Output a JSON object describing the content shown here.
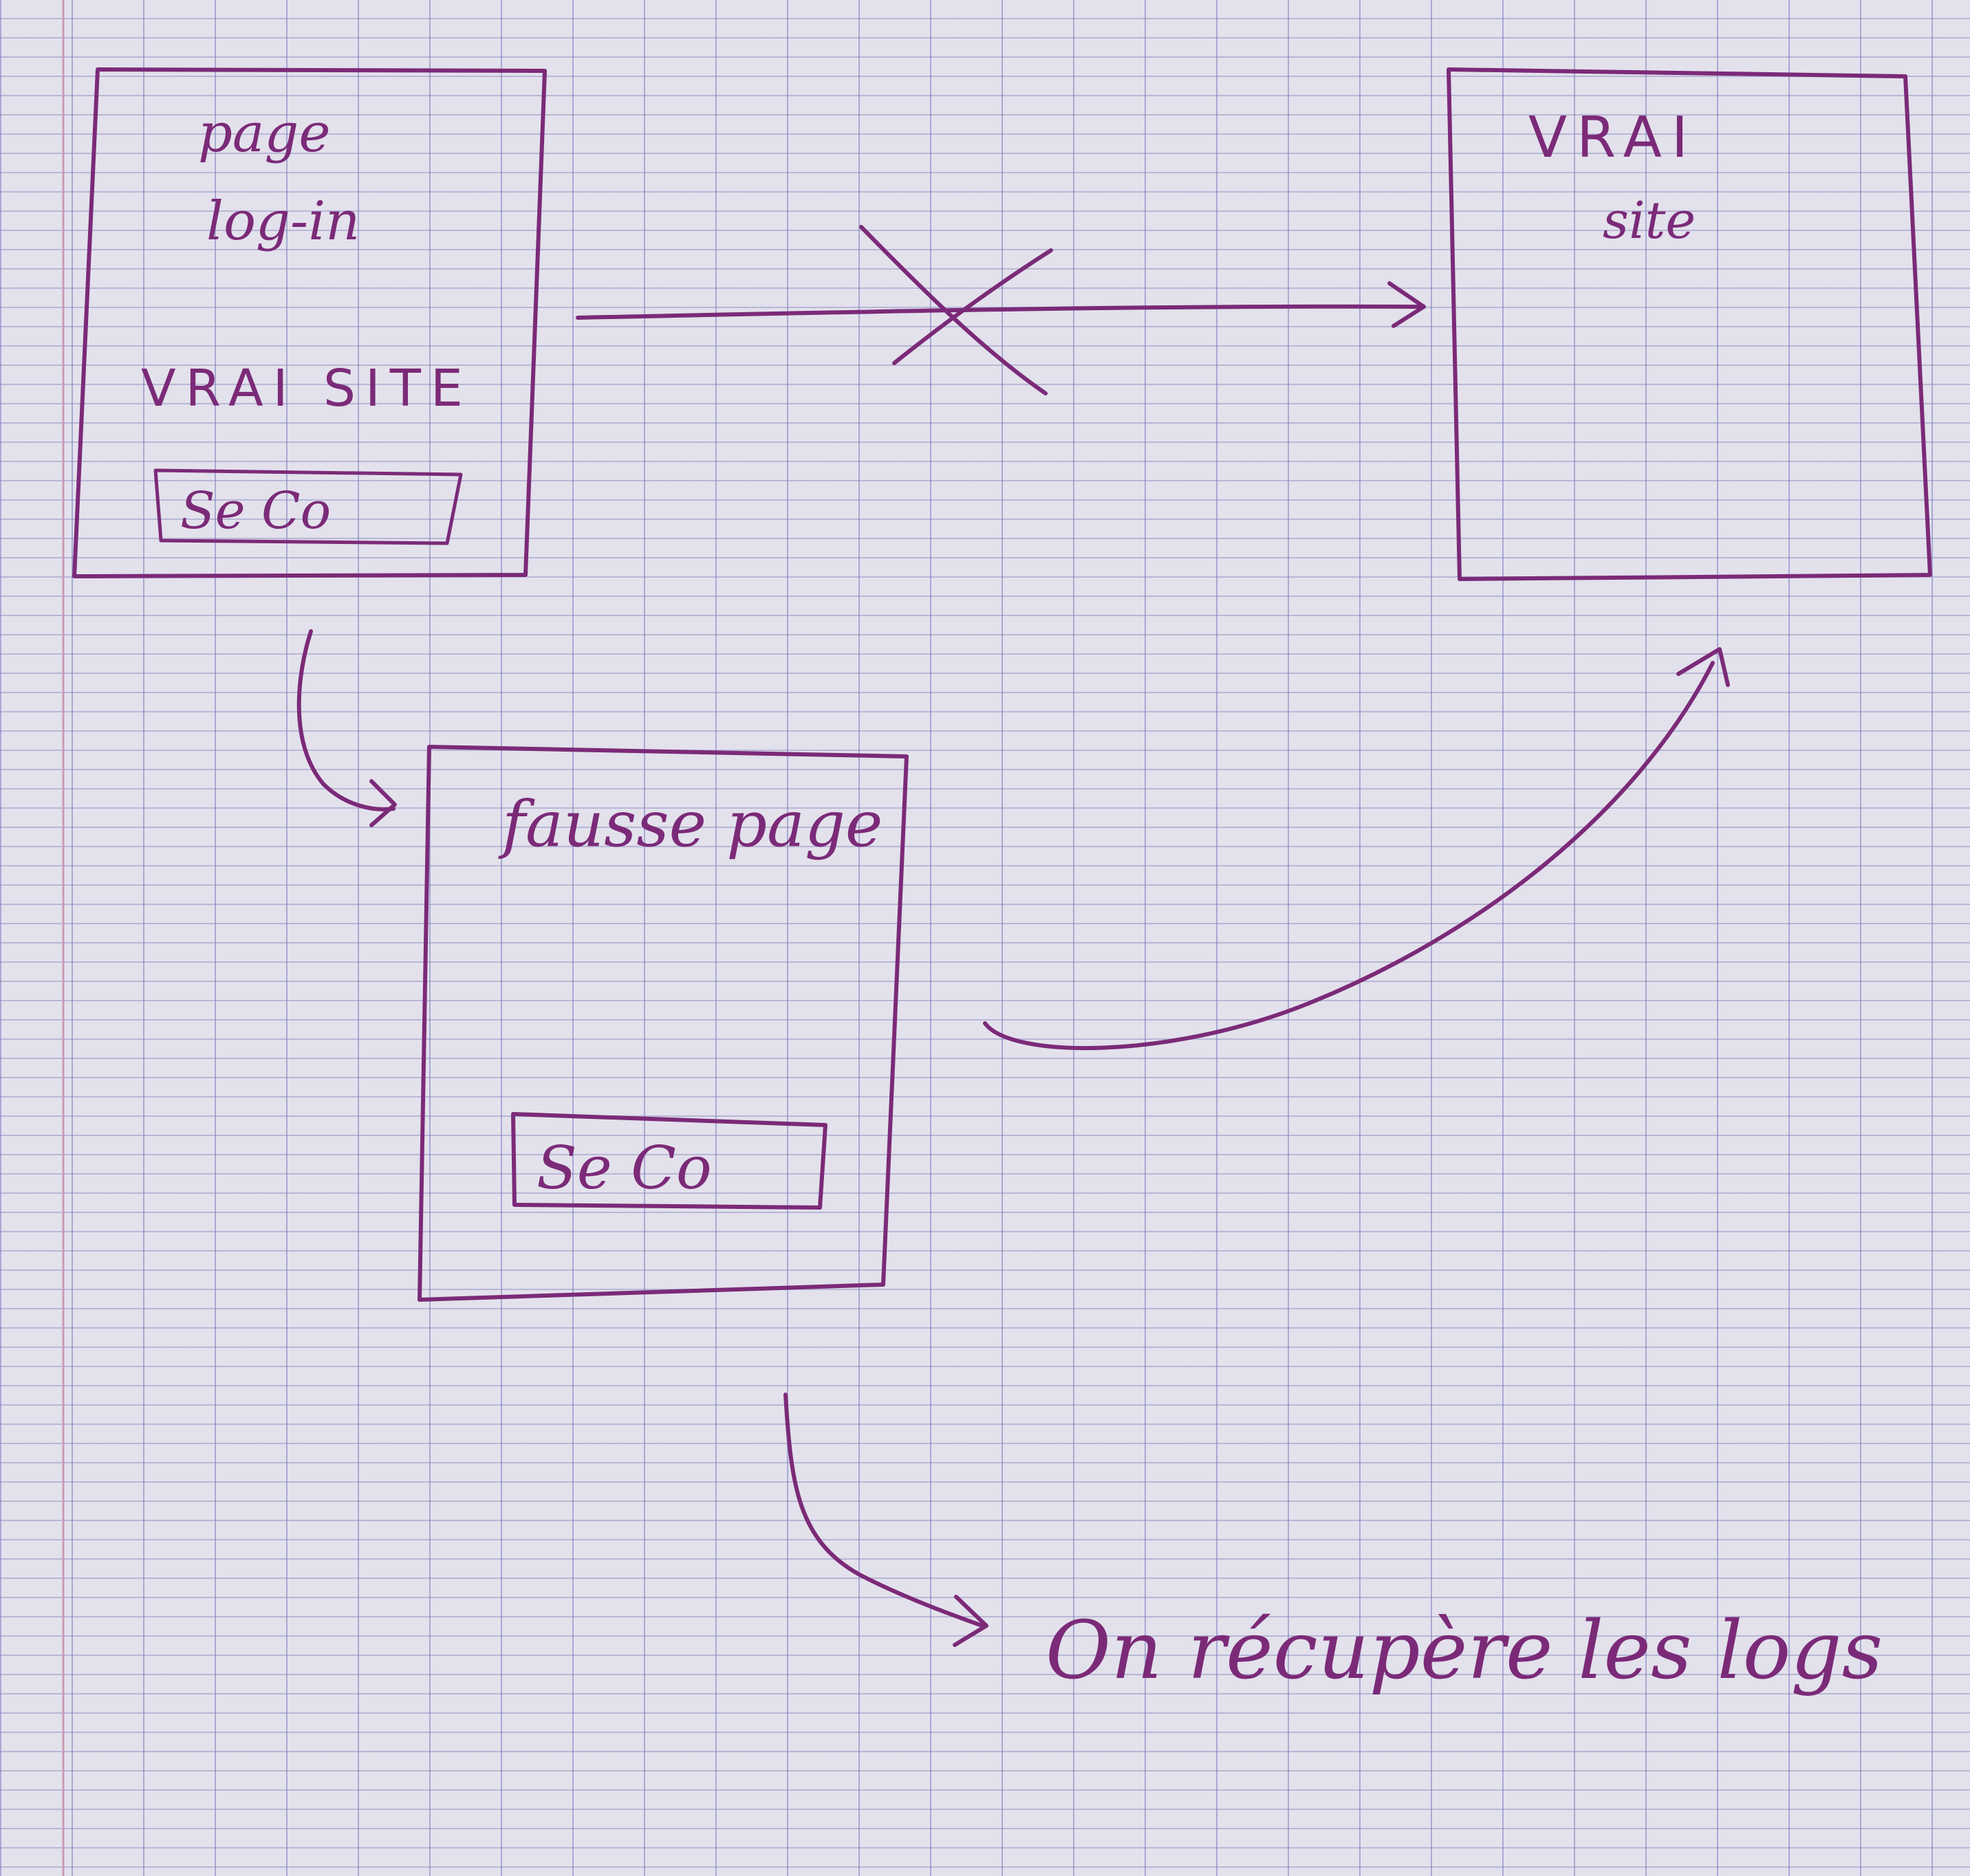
{
  "diagram": {
    "login_page": {
      "title_line1": "page",
      "title_line2": "log-in",
      "subtitle": "VRAI SITE",
      "button": "Se Co"
    },
    "real_site": {
      "title_line1": "VRAI",
      "title_line2": "site"
    },
    "fake_page": {
      "title": "fausse page",
      "button": "Se Co"
    },
    "result": "On récupère les logs",
    "ink_color": "#7b2a78",
    "paper_color": "#e3e1ec",
    "grid_color": "#7f80bd"
  }
}
